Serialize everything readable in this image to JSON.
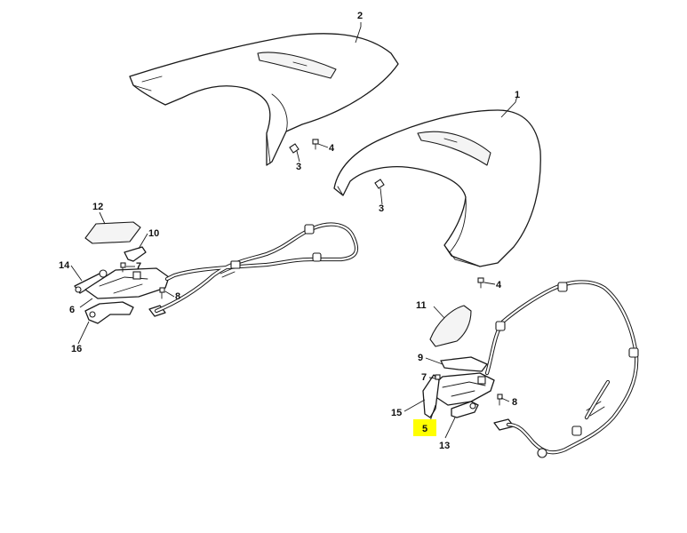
{
  "diagram": {
    "callouts": {
      "c1": "1",
      "c2": "2",
      "c3a": "3",
      "c3b": "3",
      "c4a": "4",
      "c4b": "4",
      "c5": "5",
      "c6": "6",
      "c7a": "7",
      "c7b": "7",
      "c8a": "8",
      "c8b": "8",
      "c9": "9",
      "c10": "10",
      "c11": "11",
      "c12": "12",
      "c13": "13",
      "c14": "14",
      "c15": "15",
      "c16": "16"
    },
    "highlighted_callout": "5",
    "highlight_color": "#ffff00"
  }
}
